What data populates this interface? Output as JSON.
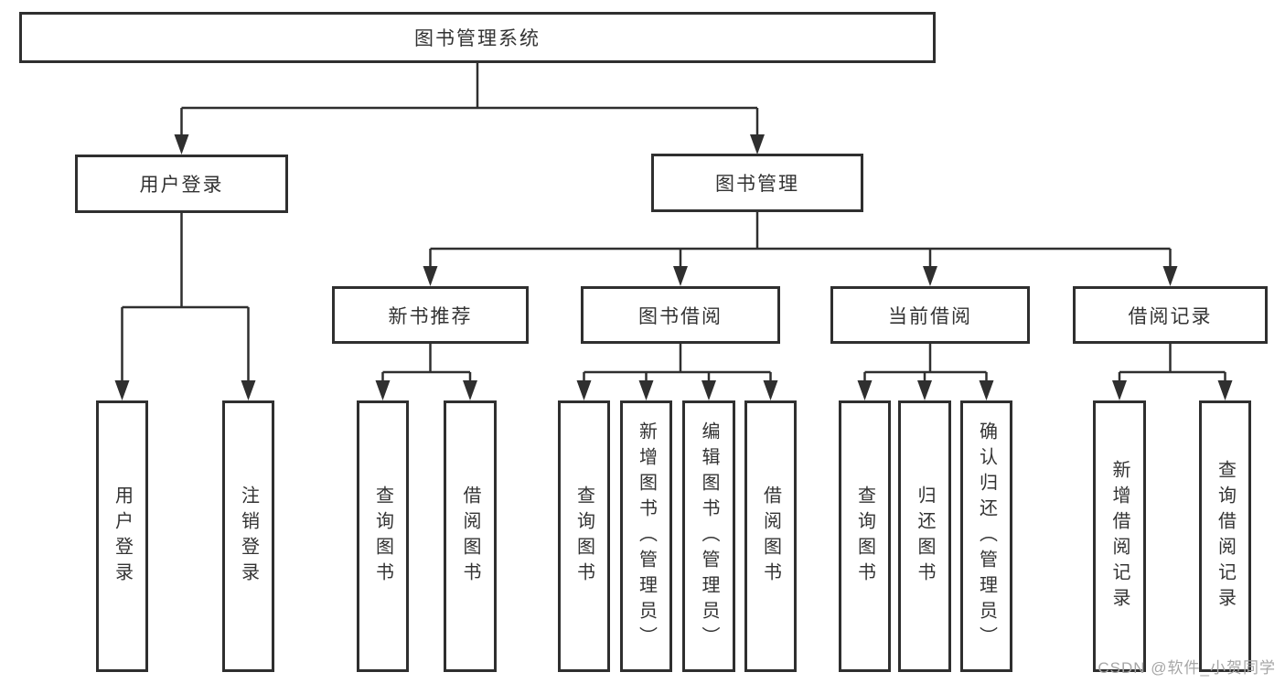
{
  "colors": {
    "line": "#2f2f2f",
    "text": "#333333",
    "box_fill": "#ffffff",
    "background": "#ffffff",
    "watermark": "#a6a6a6"
  },
  "watermark": {
    "text": "CSDN @软件_小贺同学"
  },
  "tree": {
    "root": {
      "label": "图书管理系统"
    },
    "branches": [
      {
        "label": "用户登录",
        "children": [
          {
            "label": "用户登录"
          },
          {
            "label": "注销登录"
          }
        ]
      },
      {
        "label": "图书管理",
        "children": [
          {
            "label": "新书推荐",
            "children": [
              {
                "label": "查询图书"
              },
              {
                "label": "借阅图书"
              }
            ]
          },
          {
            "label": "图书借阅",
            "children": [
              {
                "label": "查询图书"
              },
              {
                "label": "新增图书（管理员）"
              },
              {
                "label": "编辑图书（管理员）"
              },
              {
                "label": "借阅图书"
              }
            ]
          },
          {
            "label": "当前借阅",
            "children": [
              {
                "label": "查询图书"
              },
              {
                "label": "归还图书"
              },
              {
                "label": "确认归还（管理员）"
              }
            ]
          },
          {
            "label": "借阅记录",
            "children": [
              {
                "label": "新增借阅记录"
              },
              {
                "label": "查询借阅记录"
              }
            ]
          }
        ]
      }
    ]
  }
}
